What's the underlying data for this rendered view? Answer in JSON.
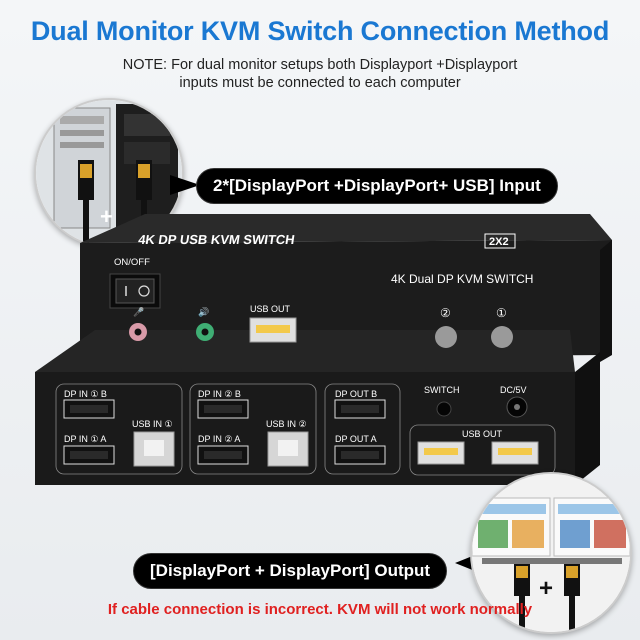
{
  "header": {
    "title": "Dual Monitor KVM Switch Connection Method",
    "note_line1": "NOTE: For dual monitor setups both Displayport +Displayport",
    "note_line2": "inputs must be connected to each computer"
  },
  "callouts": {
    "input": "2*[DisplayPort +DisplayPort+ USB] Input",
    "output": "[DisplayPort + DisplayPort] Output"
  },
  "device": {
    "top_label": "4K DP USB KVM SWITCH",
    "top_badge": "2X2",
    "front_label": "4K Dual DP KVM SWITCH",
    "power_label": "ON/OFF",
    "usb_out_front": "USB OUT",
    "button_2": "②",
    "button_1": "①",
    "rear": {
      "dp_in_1b": "DP IN ① B",
      "dp_in_1a": "DP IN ① A",
      "usb_in_1": "USB IN ①",
      "dp_in_2b": "DP IN ② B",
      "dp_in_2a": "DP IN ② A",
      "usb_in_2": "USB IN ②",
      "dp_out_b": "DP OUT B",
      "dp_out_a": "DP OUT A",
      "switch": "SWITCH",
      "dc": "DC/5V",
      "usb_out": "USB OUT"
    }
  },
  "plus_signs": {
    "pc": "+",
    "monitor": "+"
  },
  "warning": "If cable connection is incorrect. KVM will not work normally",
  "colors": {
    "title": "#1a78d2",
    "warning": "#e02020",
    "device": "#1c1c1c"
  }
}
